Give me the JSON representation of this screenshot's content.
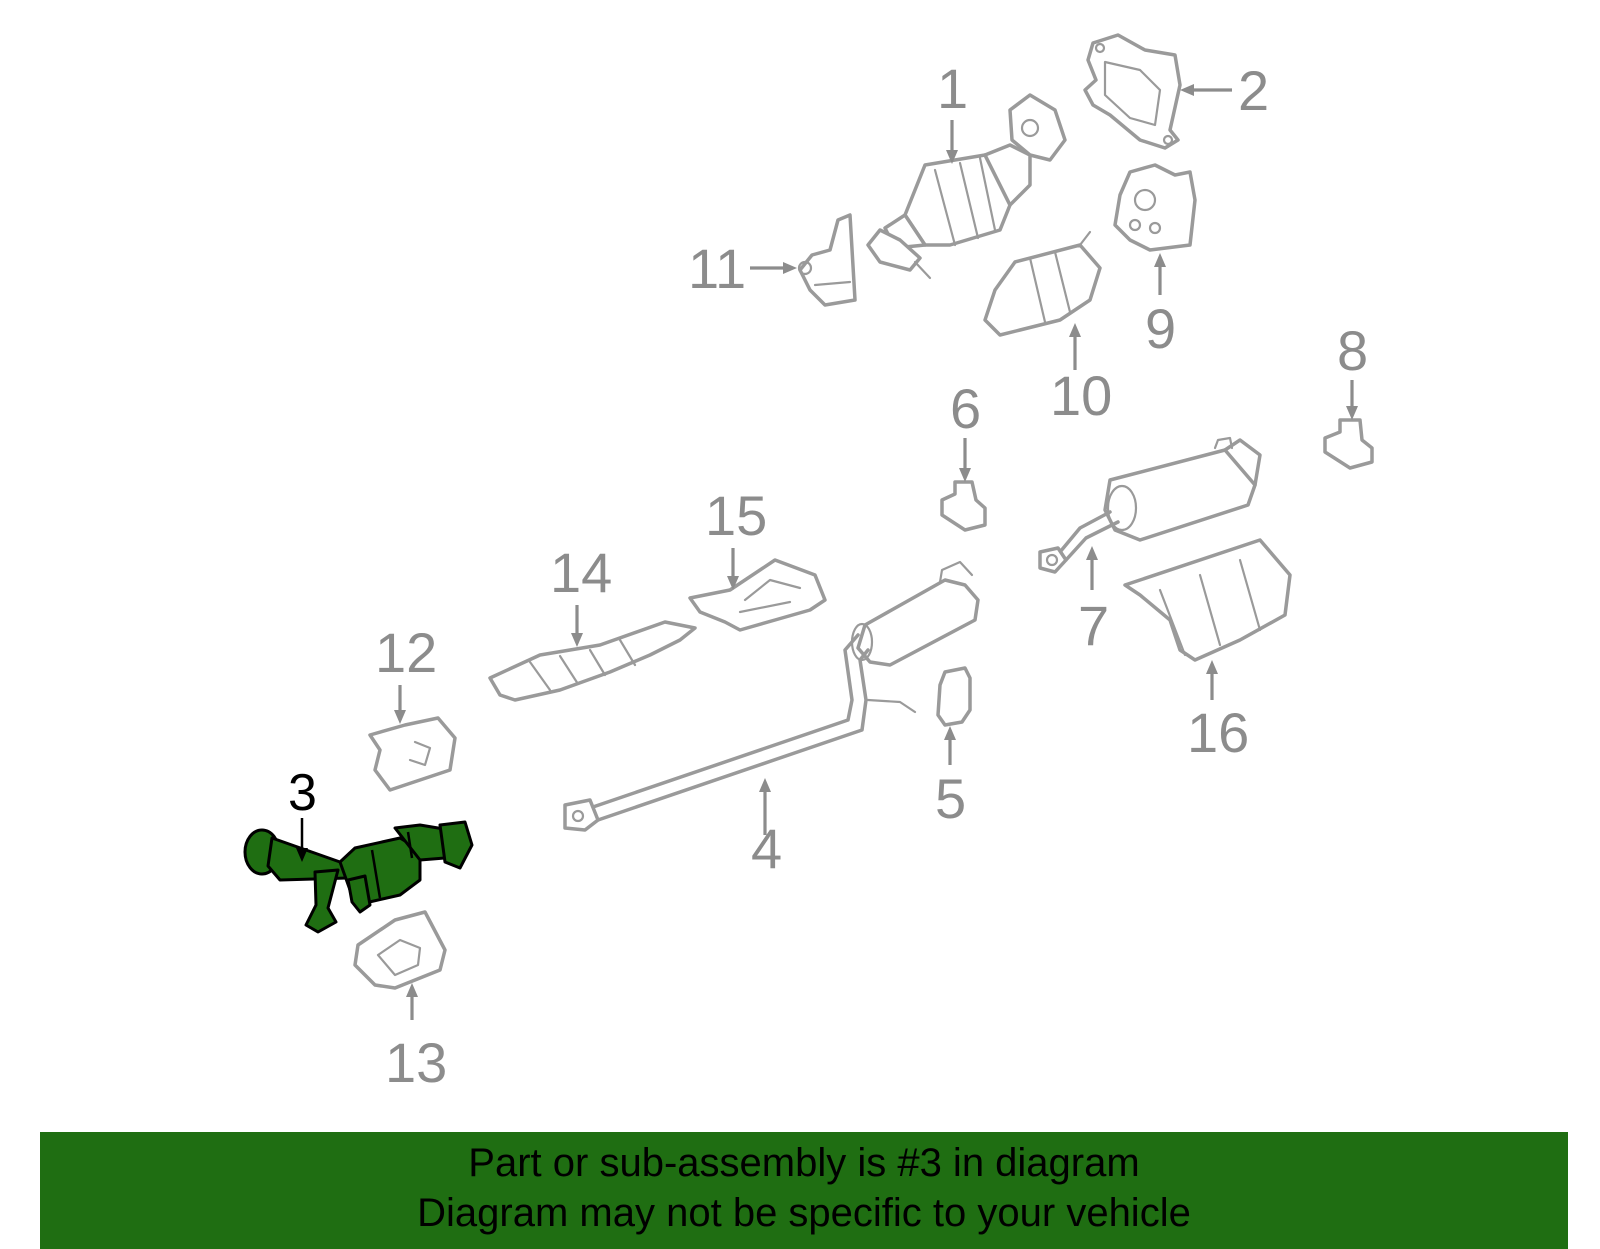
{
  "labels": {
    "p1": "1",
    "p2": "2",
    "p3": "3",
    "p4": "4",
    "p5": "5",
    "p6": "6",
    "p7": "7",
    "p8": "8",
    "p9": "9",
    "p10": "10",
    "p11": "11",
    "p12": "12",
    "p13": "13",
    "p14": "14",
    "p15": "15",
    "p16": "16"
  },
  "highlight": {
    "part": "3",
    "color": "#1f6e12"
  },
  "banner": {
    "line1": "Part or sub-assembly is #3 in diagram",
    "line2": "Diagram may not be specific to your vehicle",
    "color": "#1f6e12"
  }
}
